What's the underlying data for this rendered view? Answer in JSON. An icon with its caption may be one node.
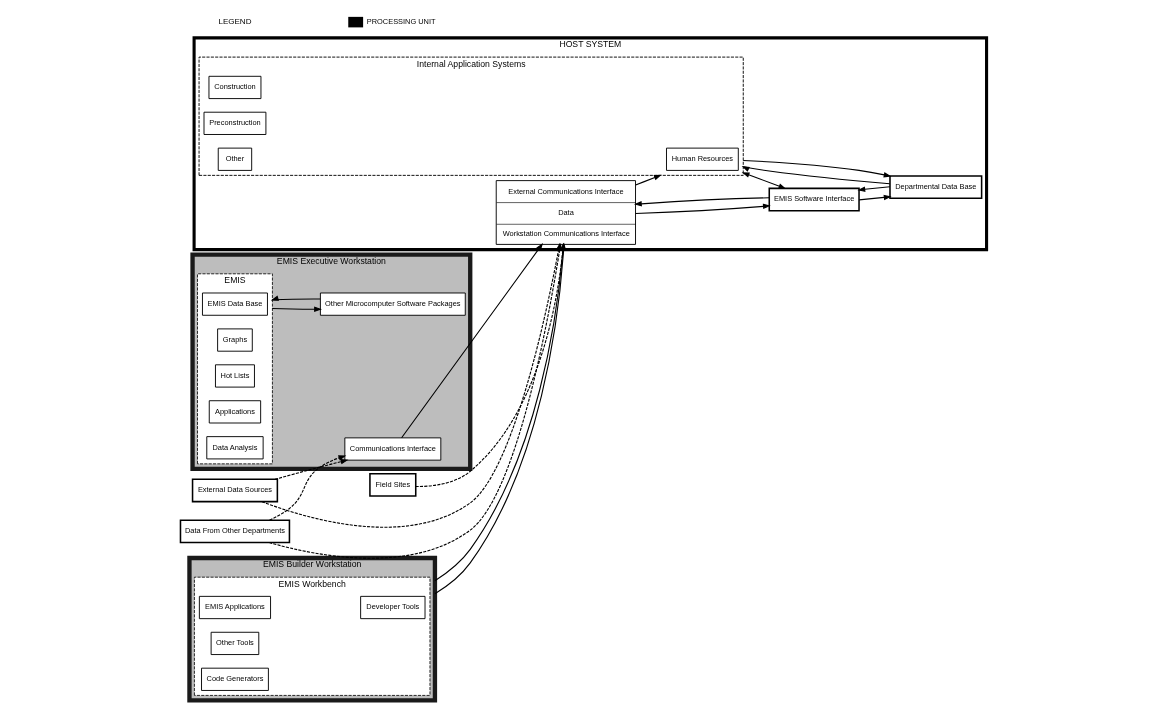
{
  "diagram": {
    "nodes": [
      {
        "text": [
          "EMIS Executive Workstation"
        ]
      },
      {
        "text": [
          "EMIS"
        ],
        "in": 0
      },
      {
        "text": [
          "EMIS Data Base"
        ],
        "in": 1
      },
      {
        "text": [
          "Graphs"
        ],
        "in": 1
      },
      {
        "text": [
          "Hot Lists"
        ],
        "in": 1
      },
      {
        "text": [
          "Applications"
        ],
        "in": 1
      },
      {
        "text": [
          "Data Analysis"
        ],
        "in": 1
      },
      {
        "text": [
          "Other Microcomputer Software Packages"
        ],
        "in": 0
      },
      {
        "text": [
          "Communications Interface"
        ],
        "in": 0
      },
      {
        "text": [
          "External Data Sources"
        ]
      },
      {
        "text": [
          "Data From Other Departments"
        ]
      },
      {
        "text": [
          "Field Sites"
        ]
      },
      {
        "text": [
          "HOST SYSTEM"
        ]
      },
      {
        "text": [
          "External Communications Interface",
          "Data",
          "Workstation Communications Interface"
        ],
        "in": 12
      },
      {
        "text": [
          "Internal Application Systems"
        ],
        "in": 12
      },
      {
        "text": [
          "Human Resources"
        ],
        "in": 14
      },
      {
        "text": [
          "Construction"
        ],
        "in": 14
      },
      {
        "text": [
          "Preconstruction"
        ],
        "in": 14
      },
      {
        "text": [
          "Other"
        ],
        "in": 14
      },
      {
        "text": [
          "EMIS Software Interface"
        ],
        "in": 12
      },
      {
        "text": [
          "Departmental Data Base"
        ],
        "in": 12
      },
      {
        "text": [
          "EMIS Builder Workstation"
        ]
      },
      {
        "text": [
          "EMIS Workbench"
        ],
        "in": 21
      },
      {
        "text": [
          "Developer Tools"
        ],
        "in": 22
      },
      {
        "text": [
          "EMIS Applications"
        ],
        "in": 22
      },
      {
        "text": [
          "Other Tools"
        ],
        "in": 22
      },
      {
        "text": [
          "Code Generators"
        ],
        "in": 22
      }
    ],
    "edges": [
      {
        "from": 1,
        "to": 7,
        "arrow": "to"
      },
      {
        "from": 7,
        "to": 1,
        "arrow": "to"
      },
      {
        "from": 9,
        "to": 8,
        "arrow": "to",
        "style": "dashed"
      },
      {
        "from": 10,
        "to": 8,
        "arrow": "to",
        "style": "dashed"
      },
      {
        "from": 9,
        "to": 13,
        "arrow": "to",
        "style": "dashed"
      },
      {
        "from": 10,
        "to": 13,
        "arrow": "to",
        "style": "dashed"
      },
      {
        "from": 11,
        "to": 13,
        "arrow": "to",
        "style": "dashed"
      },
      {
        "from": 8,
        "to": 13,
        "arrow": "to"
      },
      {
        "from": 21,
        "to": 13,
        "arrow": "to"
      },
      {
        "from": 21,
        "to": 13,
        "arrow": "to"
      },
      {
        "from": 13,
        "to": 14,
        "arrow": "to"
      },
      {
        "from": 13,
        "to": 19,
        "arrow": "to"
      },
      {
        "from": 19,
        "to": 13,
        "arrow": "to"
      },
      {
        "from": 14,
        "to": 19,
        "arrow": "both"
      },
      {
        "from": 14,
        "to": 20,
        "arrow": "to"
      },
      {
        "from": 20,
        "to": 14,
        "arrow": "to"
      },
      {
        "from": 19,
        "to": 20,
        "arrow": "to"
      },
      {
        "from": 20,
        "to": 19,
        "arrow": "to"
      }
    ],
    "labels": [
      "LEGEND"
    ],
    "legend": [
      {
        "text": "PROCESSING UNIT",
        "color": "#000000"
      }
    ]
  }
}
